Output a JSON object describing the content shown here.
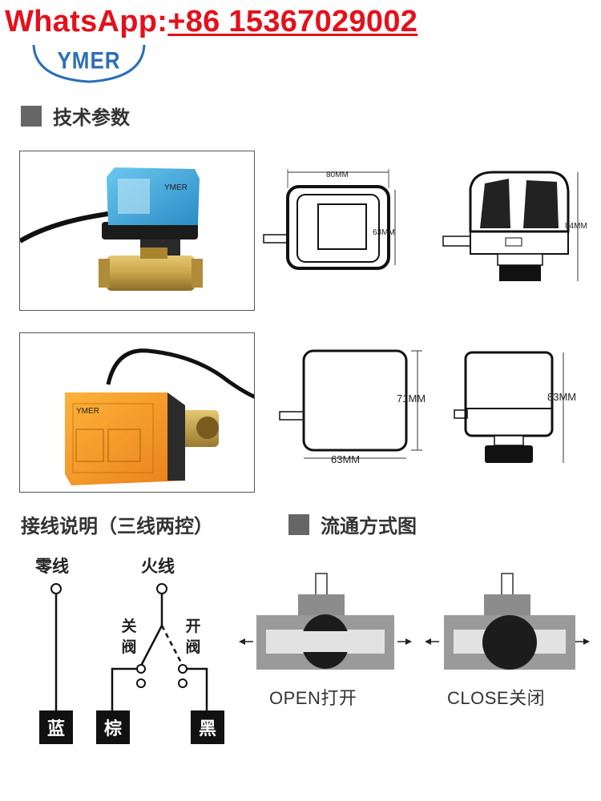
{
  "header": {
    "whatsapp_label": "WhatsApp:",
    "whatsapp_number": "+86 15367029002"
  },
  "logo": {
    "text": "YMER"
  },
  "sections": {
    "tech_params": "技术参数",
    "wiring": "接线说明（三线两控）",
    "flow": "流通方式图"
  },
  "dimensions": {
    "blue_front_width": "80MM",
    "blue_front_height": "63MM",
    "blue_side_height": "84MM",
    "orange_front_width": "63MM",
    "orange_front_height": "71MM",
    "orange_side_height": "83MM"
  },
  "photo_labels": {
    "blue_valve": "YMER",
    "orange_valve": "YMER"
  },
  "wiring": {
    "neutral_label": "零线",
    "live_label": "火线",
    "close_label": "关阀",
    "open_label": "开阀",
    "blue_box": "蓝",
    "brown_box": "棕",
    "black_box": "黑"
  },
  "flow_diagram": {
    "open_caption": "OPEN打开",
    "close_caption": "CLOSE关闭"
  },
  "colors": {
    "whatsapp_red": "#e3111b",
    "logo_blue": "#2b6fb6",
    "actuator_blue": "#3aa6dd",
    "actuator_orange": "#f39a1e",
    "brass": "#c9a44a"
  }
}
